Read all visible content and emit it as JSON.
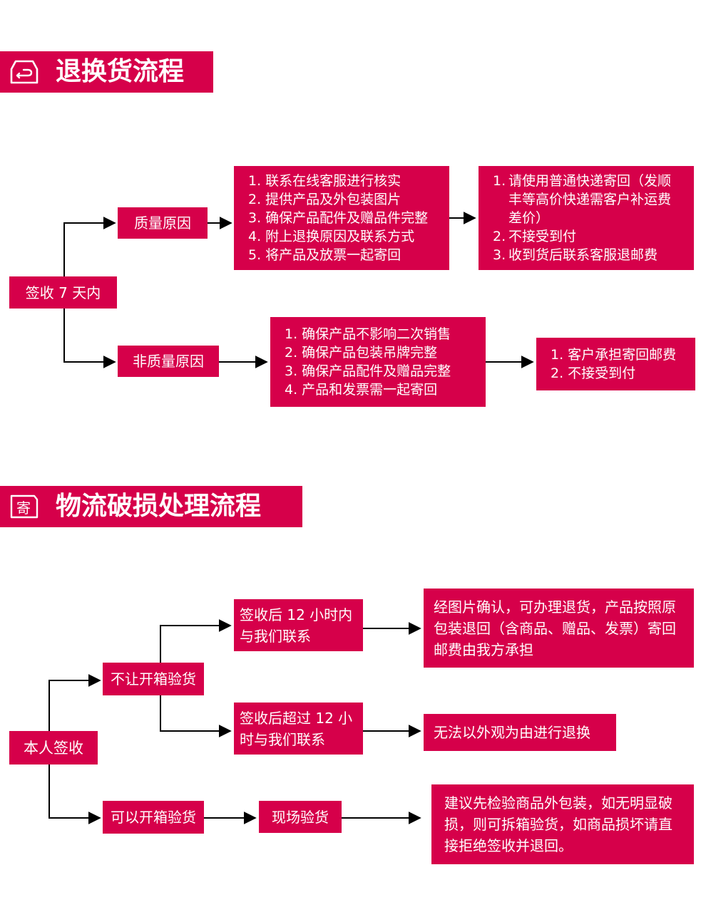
{
  "colors": {
    "brand": "#d6004a",
    "background": "#ffffff",
    "line": "#000000"
  },
  "section1": {
    "title": "退换货流程",
    "icon": "return-box-icon",
    "start": "签收 7 天内",
    "branch_quality": {
      "label": "质量原因",
      "steps": [
        "1. 联系在线客服进行核实",
        "2. 提供产品及外包装图片",
        "3. 确保产品配件及赠品件完整",
        "4. 附上退换原因及联系方式",
        "5. 将产品及放票一起寄回"
      ],
      "result": [
        {
          "num": "1.",
          "text": "请使用普通快递寄回（发顺丰等高价快递需客户补运费差价）"
        },
        {
          "num": "2.",
          "text": "不接受到付"
        },
        {
          "num": "3.",
          "text": "收到货后联系客服退邮费"
        }
      ]
    },
    "branch_nonquality": {
      "label": "非质量原因",
      "steps": [
        "1. 确保产品不影响二次销售",
        "2. 确保产品包装吊牌完整",
        "3. 确保产品配件及赠品完整",
        "4. 产品和发票需一起寄回"
      ],
      "result": [
        "1. 客户承担寄回邮费",
        "2. 不接受到付"
      ]
    }
  },
  "section2": {
    "title": "物流破损处理流程",
    "icon": "mail-box-icon",
    "icon_char": "寄",
    "start": "本人签收",
    "no_open": {
      "label": "不让开箱验货",
      "within": {
        "label": "签收后 12 小时内与我们联系",
        "result": "经图片确认，可办理退货，产品按照原包装退回（含商品、赠品、发票）寄回邮费由我方承担"
      },
      "over": {
        "label": "签收后超过 12 小时与我们联系",
        "result": "无法以外观为由进行退换"
      }
    },
    "can_open": {
      "label": "可以开箱验货",
      "onsite": "现场验货",
      "result": "建议先检验商品外包装，如无明显破损，则可拆箱验货，如商品损坏请直接拒绝签收并退回。"
    }
  }
}
